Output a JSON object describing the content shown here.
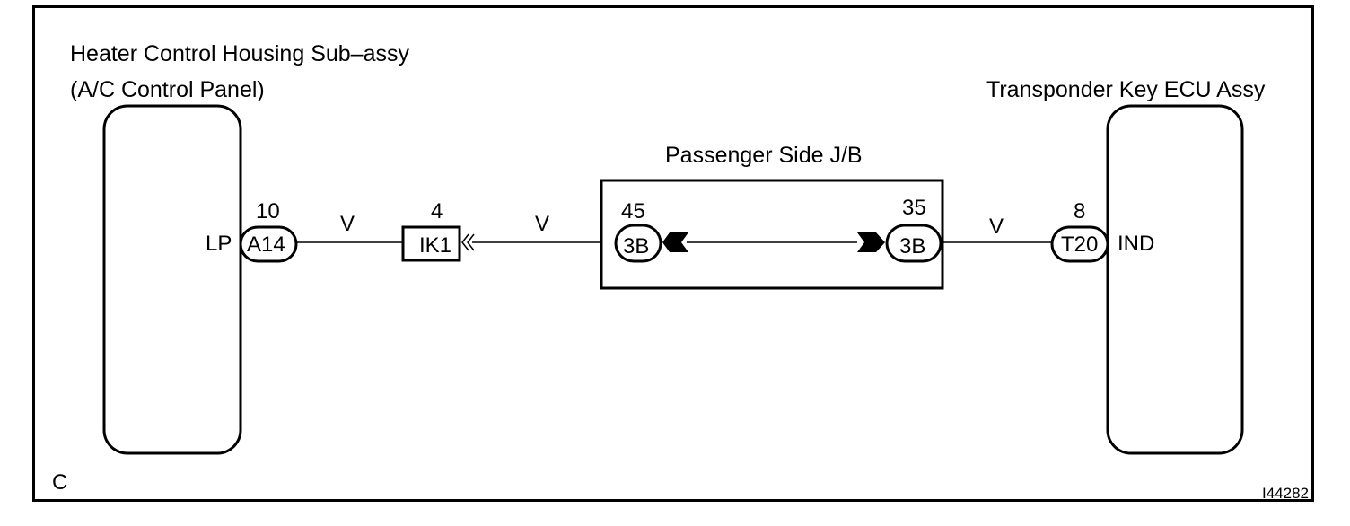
{
  "components": {
    "heater": {
      "title_line1": "Heater Control Housing Sub–assy",
      "title_line2": "(A/C Control Panel)",
      "terminal": "LP"
    },
    "transponder": {
      "title": "Transponder Key ECU Assy",
      "terminal": "IND"
    },
    "junction_box": {
      "title": "Passenger Side J/B"
    }
  },
  "connectors": {
    "a14": {
      "code": "A14",
      "pin": "10"
    },
    "ik1": {
      "code": "IK1",
      "pin": "4"
    },
    "jb_left": {
      "code": "3B",
      "pin": "45"
    },
    "jb_right": {
      "code": "3B",
      "pin": "35"
    },
    "t20": {
      "code": "T20",
      "pin": "8"
    }
  },
  "wires": {
    "w1": "V",
    "w2": "V",
    "w3": "V"
  },
  "footer": {
    "section_letter": "C",
    "figure_id": "I44282"
  }
}
